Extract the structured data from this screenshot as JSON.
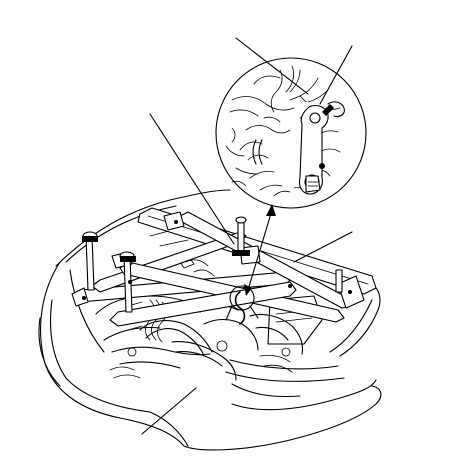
{
  "diagram": {
    "kind": "line-art technical illustration",
    "labels": [],
    "callouts": [
      {
        "id": "callout-upper-left",
        "target": "detail-harness"
      },
      {
        "id": "callout-upper-right",
        "target": "detail-bracket"
      },
      {
        "id": "callout-fixture-center",
        "target": "support-fixture-crossbar"
      },
      {
        "id": "callout-rail-right",
        "target": "support-rail"
      },
      {
        "id": "callout-bumper",
        "target": "front-bumper"
      }
    ],
    "stroke_color": "#000000",
    "background_color": "#ffffff"
  }
}
